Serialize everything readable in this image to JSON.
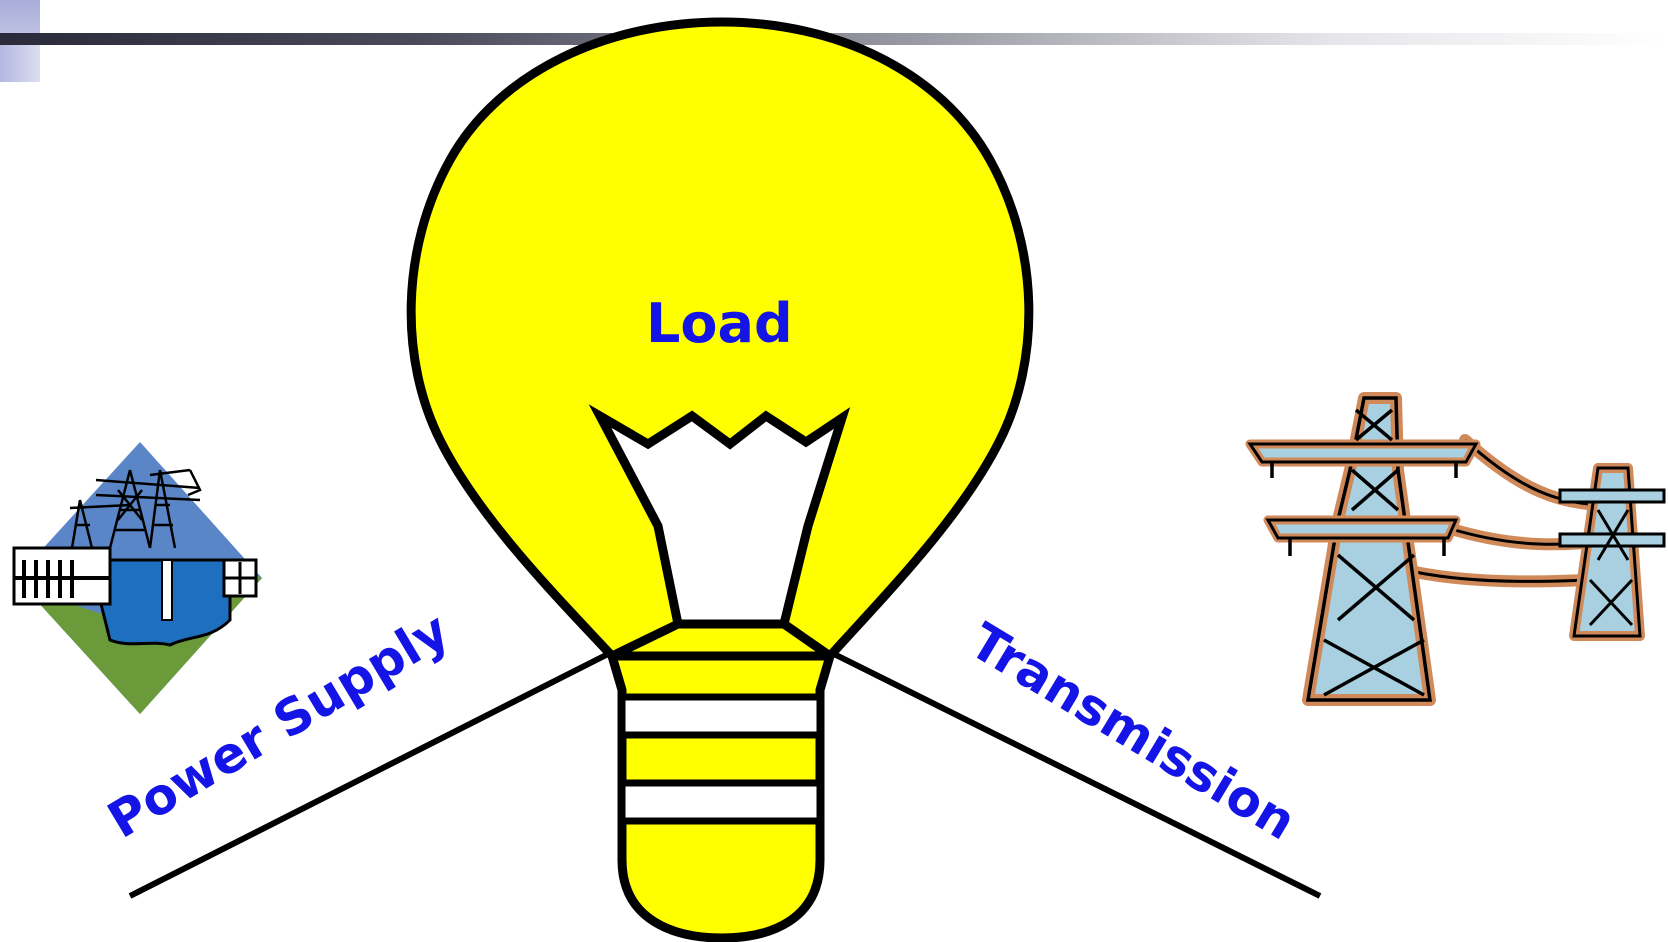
{
  "diagram": {
    "labels": {
      "load": "Load",
      "power_supply": "Power Supply",
      "transmission": "Transmission"
    },
    "colors": {
      "bulb_fill": "#ffff00",
      "outline": "#000000",
      "label_text": "#1414e6",
      "tower_steel": "#a8d0e0",
      "tower_outline_glow": "#d08a5a",
      "dam_water": "#1e6fc0",
      "dam_grass": "#6a9a3a",
      "dam_sky": "#5a86c8"
    },
    "icons": [
      "hydro-dam-icon",
      "light-bulb-icon",
      "transmission-tower-icon"
    ]
  }
}
